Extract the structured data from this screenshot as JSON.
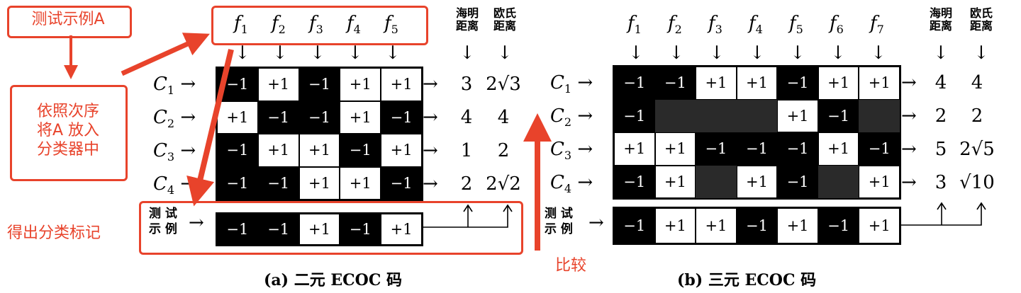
{
  "annotations": {
    "test_example_a": "测试示例A",
    "in_order_1": "依照次序",
    "in_order_2": "将A 放入",
    "in_order_3": "分类器中",
    "get_label": "得出分类标记",
    "compare": "比较"
  },
  "left": {
    "caption": "(a) 二元 ECOC 码",
    "features": [
      "f",
      "f",
      "f",
      "f",
      "f"
    ],
    "feature_subs": [
      "1",
      "2",
      "3",
      "4",
      "5"
    ],
    "classes": [
      "C",
      "C",
      "C",
      "C"
    ],
    "class_subs": [
      "1",
      "2",
      "3",
      "4"
    ],
    "hamming_header": [
      "海明",
      "距离"
    ],
    "euclid_header": [
      "欧氏",
      "距离"
    ],
    "rows": [
      [
        "-1",
        "+1",
        "-1",
        "+1",
        "+1"
      ],
      [
        "+1",
        "-1",
        "-1",
        "+1",
        "-1"
      ],
      [
        "-1",
        "+1",
        "+1",
        "-1",
        "+1"
      ],
      [
        "-1",
        "-1",
        "+1",
        "+1",
        "-1"
      ]
    ],
    "hamming": [
      "3",
      "4",
      "1",
      "2"
    ],
    "euclid": [
      "2√3",
      "4",
      "2",
      "2√2"
    ],
    "test_label": [
      "测 试",
      "示 例"
    ],
    "test_row": [
      "-1",
      "-1",
      "+1",
      "-1",
      "+1"
    ]
  },
  "right": {
    "caption": "(b) 三元 ECOC 码",
    "features": [
      "f",
      "f",
      "f",
      "f",
      "f",
      "f",
      "f"
    ],
    "feature_subs": [
      "1",
      "2",
      "3",
      "4",
      "5",
      "6",
      "7"
    ],
    "classes": [
      "C",
      "C",
      "C",
      "C"
    ],
    "class_subs": [
      "1",
      "2",
      "3",
      "4"
    ],
    "hamming_header": [
      "海明",
      "距离"
    ],
    "euclid_header": [
      "欧氏",
      "距离"
    ],
    "rows": [
      [
        "-1",
        "-1",
        "+1",
        "+1",
        "-1",
        "+1",
        "+1"
      ],
      [
        "-1",
        "0",
        "0",
        "0",
        "+1",
        "-1",
        "0"
      ],
      [
        "+1",
        "+1",
        "-1",
        "-1",
        "-1",
        "+1",
        "-1"
      ],
      [
        "-1",
        "+1",
        "0",
        "+1",
        "-1",
        "0",
        "+1"
      ]
    ],
    "hamming": [
      "4",
      "2",
      "5",
      "3"
    ],
    "euclid": [
      "4",
      "2",
      "2√5",
      "√10"
    ],
    "test_label": [
      "测 试",
      "示 例"
    ],
    "test_row": [
      "-1",
      "+1",
      "+1",
      "-1",
      "+1",
      "-1",
      "+1"
    ]
  },
  "colors": {
    "annotation": "#e8432b",
    "cell_dark": "#000000",
    "cell_light": "#ffffff",
    "cell_zero": "#2a2a2a"
  }
}
